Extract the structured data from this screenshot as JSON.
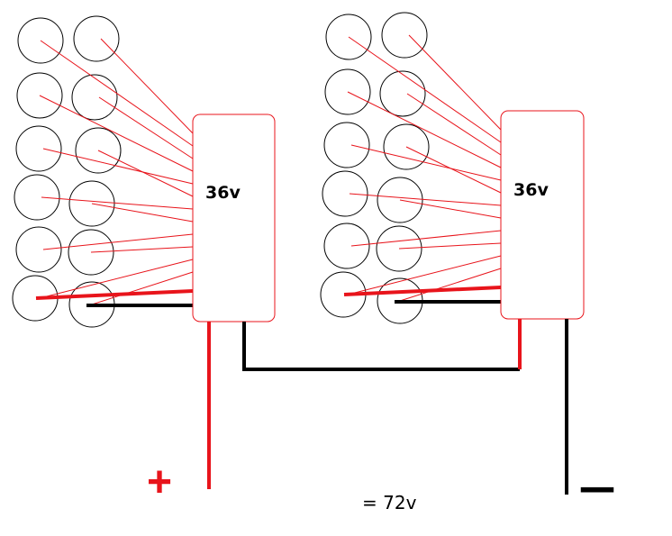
{
  "diagram": {
    "packs": [
      {
        "label": "36v",
        "cells_per_column": 6,
        "columns": 2
      },
      {
        "label": "36v",
        "cells_per_column": 6,
        "columns": 2
      }
    ],
    "positive_terminal": "+",
    "negative_terminal": "−",
    "total_label": "= 72v",
    "colors": {
      "positive": "#e8141b",
      "negative": "#000000",
      "cell_outline": "#000000",
      "pack_outline": "#e8141b"
    }
  }
}
